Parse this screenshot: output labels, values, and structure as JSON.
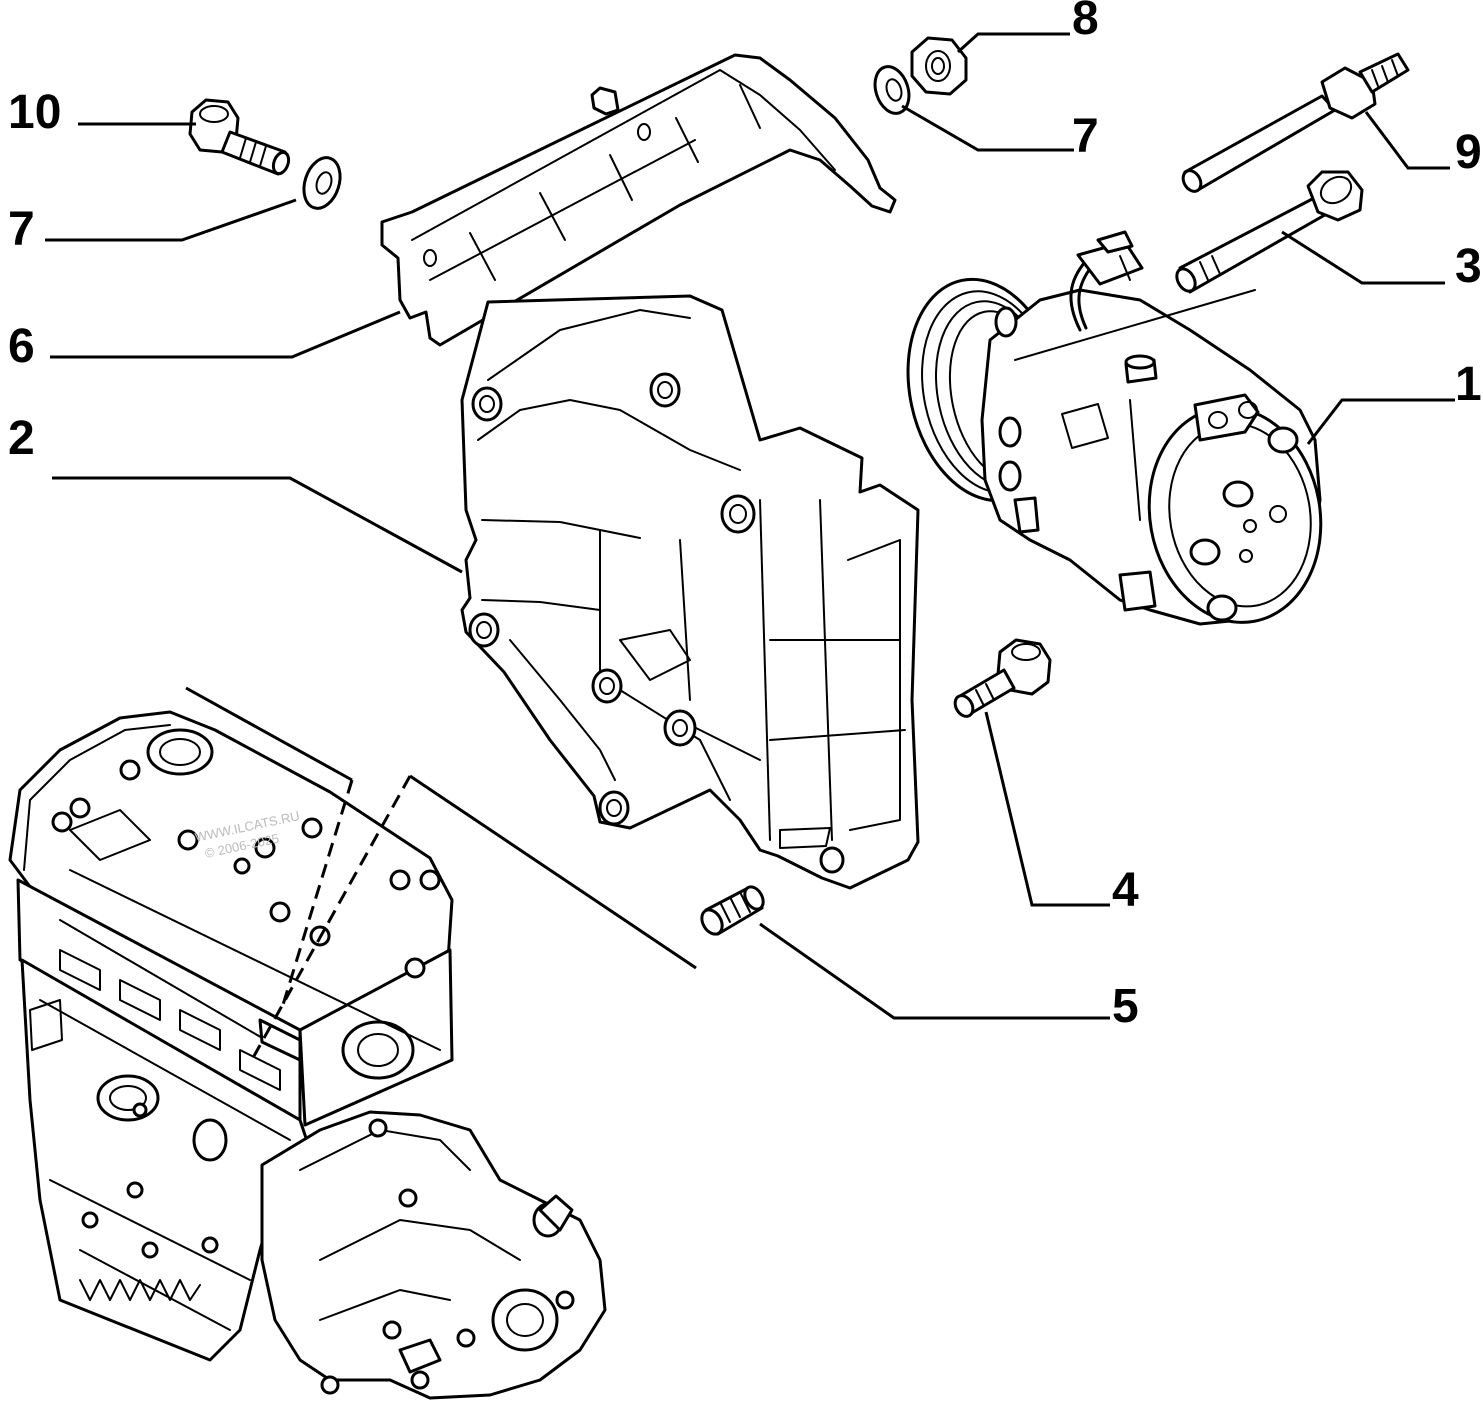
{
  "callouts": {
    "c1": "1",
    "c2": "2",
    "c3": "3",
    "c4": "4",
    "c5": "5",
    "c6": "6",
    "c7a": "7",
    "c7b": "7",
    "c8": "8",
    "c9": "9",
    "c10": "10"
  },
  "watermark": {
    "line1": "WWW.ILCATS.RU",
    "line2": "© 2006-2025"
  },
  "colors": {
    "line": "#000000",
    "background": "#ffffff"
  }
}
